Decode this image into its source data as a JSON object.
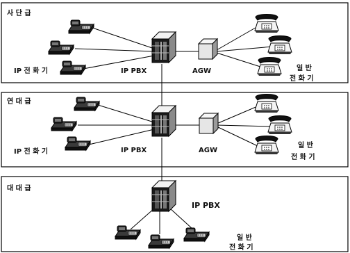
{
  "sections": [
    {
      "title": "사 단 급",
      "labels": {
        "ip_phone": "IP 전 화 기",
        "pbx": "IP PBX",
        "agw": "AGW",
        "analog_1": "일 반",
        "analog_2": "전 화 기"
      }
    },
    {
      "title": "연 대 급",
      "labels": {
        "ip_phone": "IP 전 화 기",
        "pbx": "IP PBX",
        "agw": "AGW",
        "analog_1": "일 반",
        "analog_2": "전 화 기"
      }
    },
    {
      "title": "대 대 급",
      "labels": {
        "pbx": "IP PBX",
        "analog_1": "일 반",
        "analog_2": "전 화 기"
      }
    }
  ]
}
